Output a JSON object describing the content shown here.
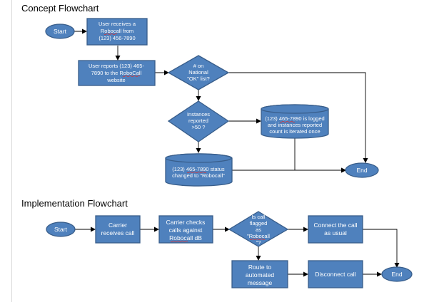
{
  "titles": {
    "concept": "Concept Flowchart",
    "implementation": "Implementation Flowchart"
  },
  "concept": {
    "start": "Start",
    "receive": [
      "User receives a",
      "Robocall from",
      "(123) 456-7890"
    ],
    "report": [
      "User reports (123) 465-",
      "7890 to the RoboCall",
      "website"
    ],
    "ok_list": [
      "# on",
      "National",
      "\"OK\" list?"
    ],
    "instances": [
      "Instances",
      "reported",
      ">50 ?"
    ],
    "logged": [
      "(123) 465-7890 is logged",
      "and instances reported",
      "count is iterated once"
    ],
    "status": [
      "(123) 465-7890 status",
      "changed to \"Robocall\""
    ],
    "end": "End"
  },
  "implementation": {
    "start": "Start",
    "carrier_receives": [
      "Carrier",
      "receives call"
    ],
    "carrier_checks": [
      "Carrier checks",
      "calls against",
      "Robocall dB"
    ],
    "flagged": [
      "Is call",
      "flagged",
      "as",
      "\"Robocall",
      "\"?"
    ],
    "connect": [
      "Connect the call",
      "as usual"
    ],
    "route": [
      "Route to",
      "automated",
      "message"
    ],
    "disconnect": "Disconnect call",
    "end": "End"
  },
  "colors": {
    "fill": "#4f81bd",
    "stroke": "#385d8a"
  }
}
